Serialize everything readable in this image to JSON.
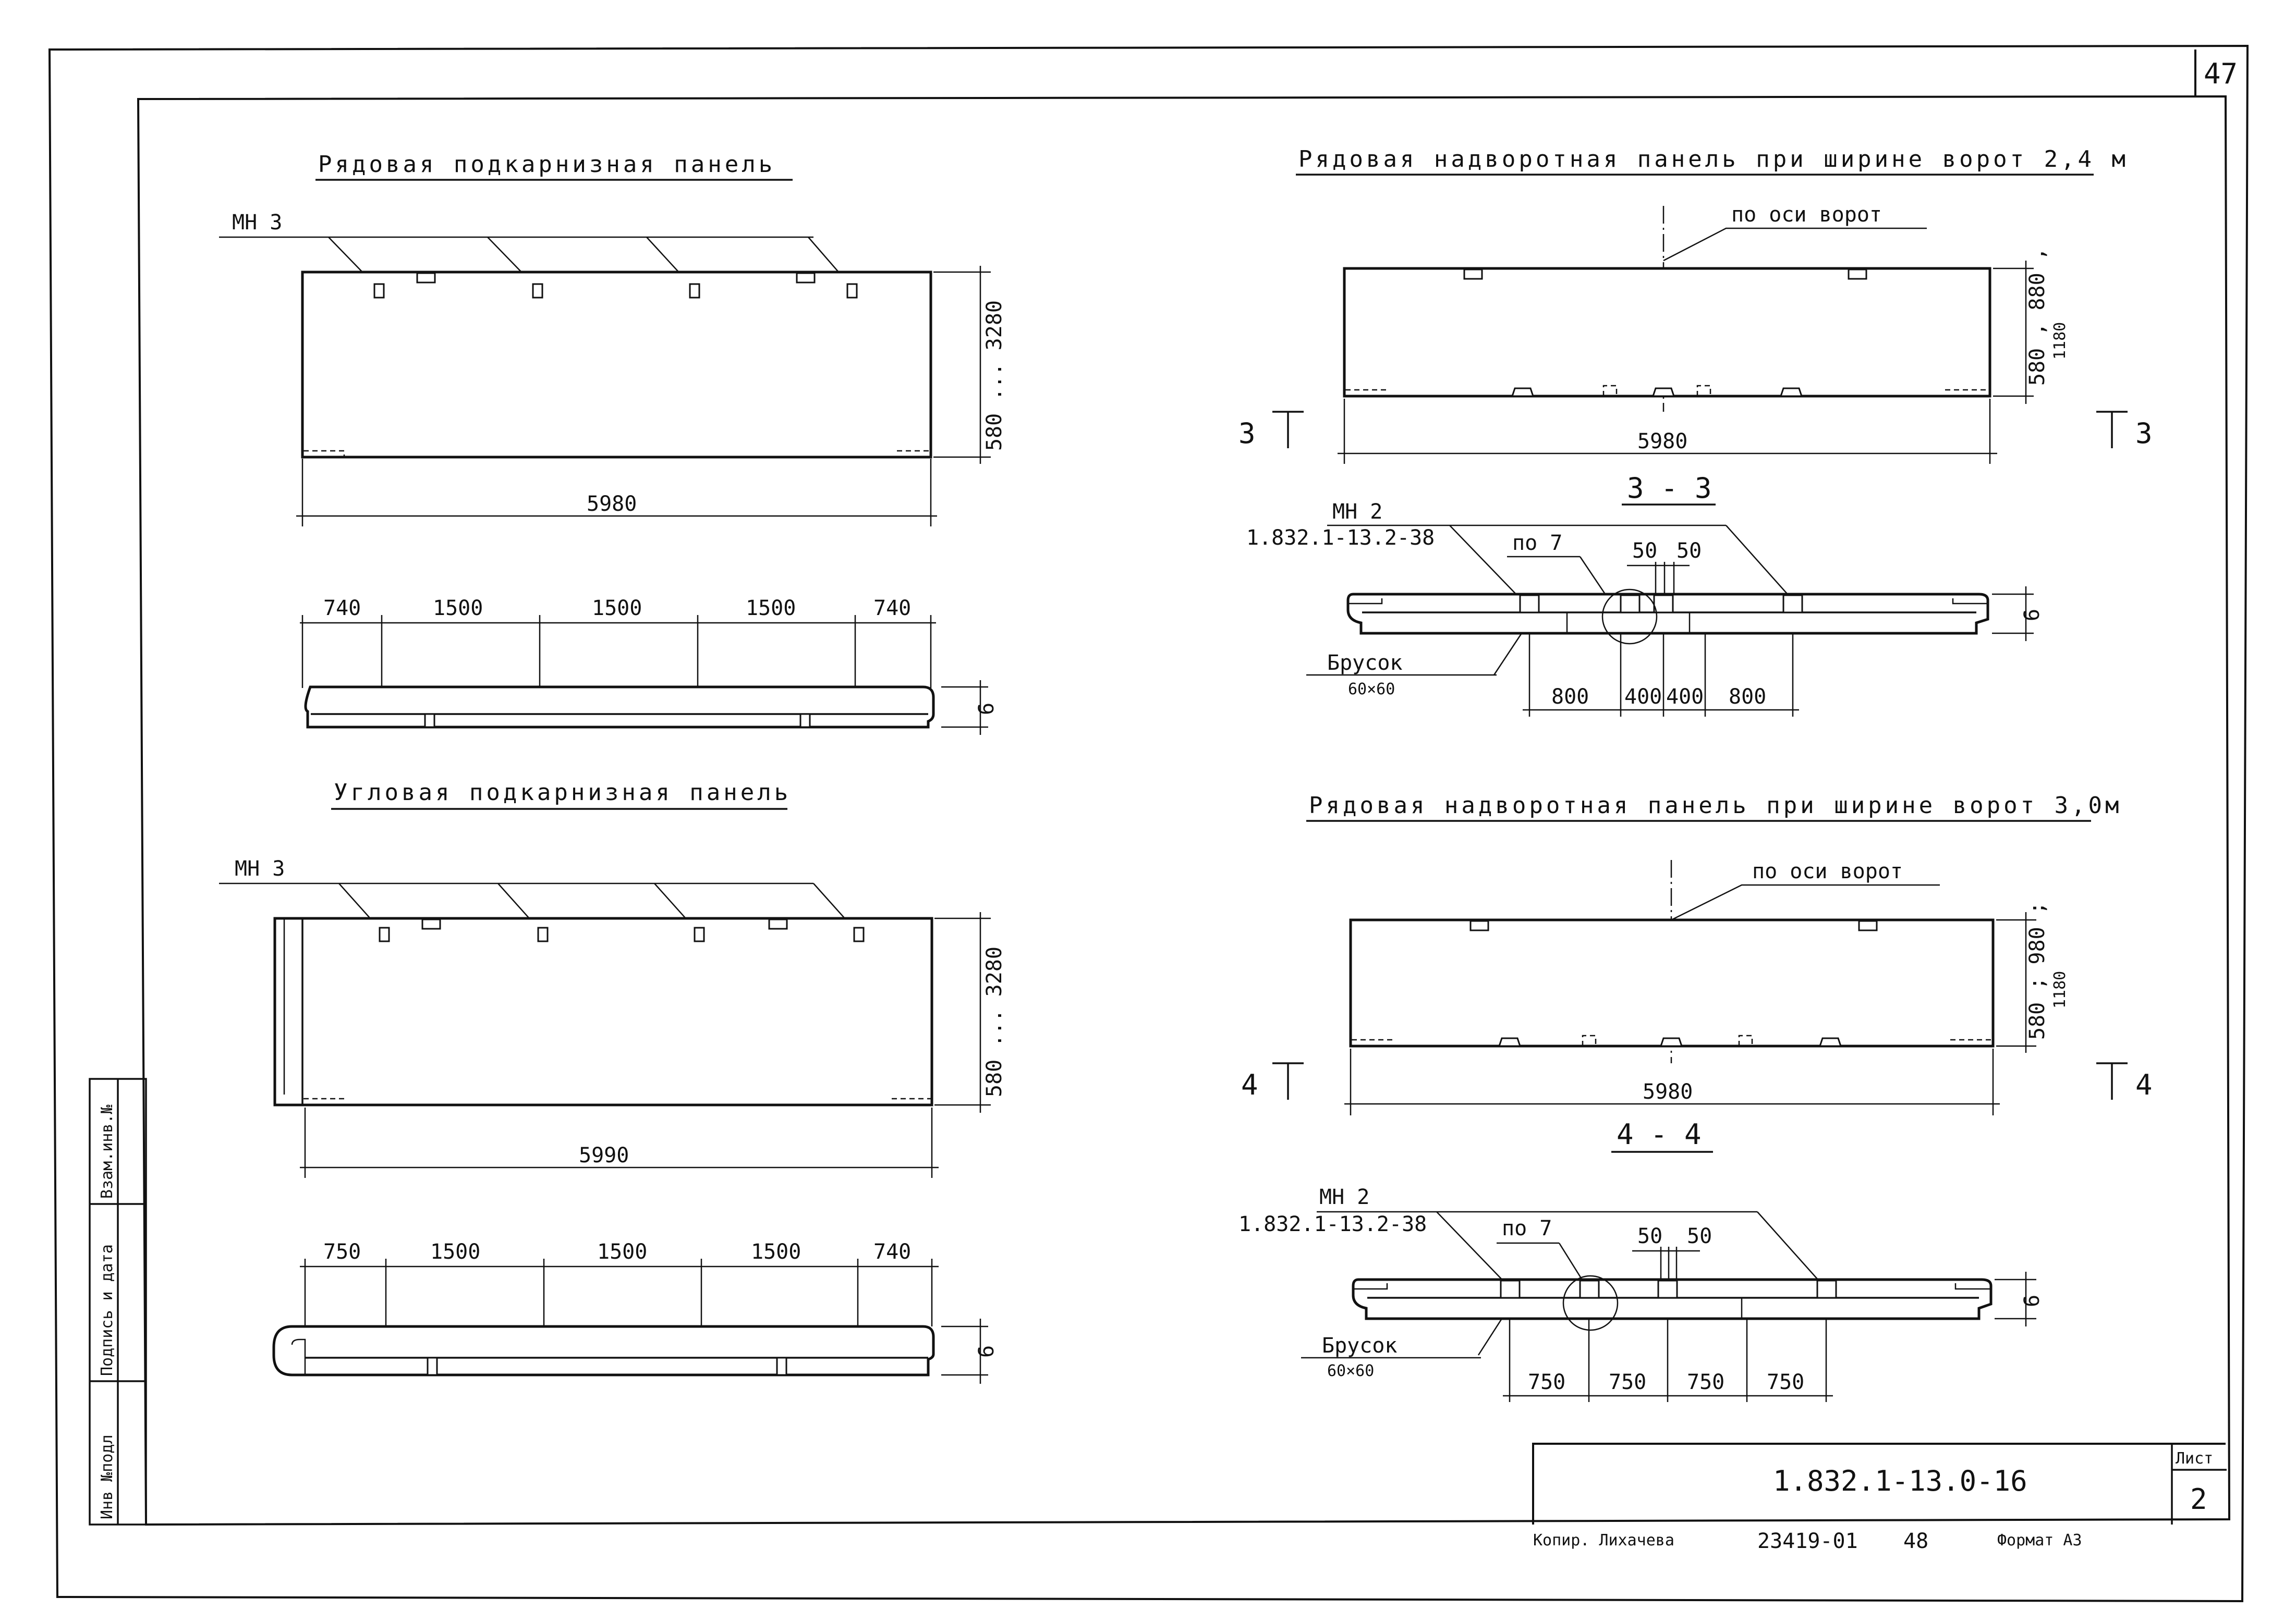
{
  "sheet": {
    "page_number": "47",
    "document_code": "1.832.1-13.0-16",
    "sheet_label": "Лист",
    "sheet_number": "2",
    "copied_by": "Копир. Лихачева",
    "order_number": "23419-01",
    "order_suffix": "48",
    "format": "Формат А3"
  },
  "side_stamp": {
    "inv_original": "Инв №подл",
    "sign_date": "Подпись и дата",
    "replace_inv": "Взам.инв.№"
  },
  "left_top": {
    "title": "Рядовая подкарнизная панель",
    "insert_mark": "МН 3",
    "height_dim": "580 ... 3280",
    "length_dim": "5980",
    "plan_dims": [
      "740",
      "1500",
      "1500",
      "1500",
      "740"
    ],
    "thickness_dim": "6"
  },
  "left_bottom": {
    "title": "Угловая подкарнизная панель",
    "insert_mark": "МН 3",
    "height_dim": "580 ... 3280",
    "length_dim": "5990",
    "plan_dims": [
      "750",
      "1500",
      "1500",
      "1500",
      "740"
    ],
    "thickness_dim": "6"
  },
  "right_top": {
    "title": "Рядовая надворотная панель при ширине ворот 2,4 м",
    "axis_label": "по оси ворот",
    "height_dim_1": "580 , 880 ,",
    "height_dim_2": "1180",
    "length_dim": "5980",
    "section_mark": "3",
    "section_title": "3 - 3",
    "insert_mark": "МН 2",
    "insert_ref": "1.832.1-13.2-38",
    "pitch_label": "по 7",
    "gap_dims": [
      "50",
      "50"
    ],
    "thickness_dim": "6",
    "bar_label": "Брусок",
    "bar_size": "60×60",
    "plan_dims": [
      "800",
      "400",
      "400",
      "800"
    ]
  },
  "right_bottom": {
    "title": "Рядовая надворотная панель при ширине ворот 3,0м",
    "axis_label": "по оси ворот",
    "height_dim_1": "580 ; 980 ;",
    "height_dim_2": "1180",
    "length_dim": "5980",
    "section_mark": "4",
    "section_title": "4 - 4",
    "insert_mark": "МН 2",
    "insert_ref": "1.832.1-13.2-38",
    "pitch_label": "по 7",
    "gap_dims": [
      "50",
      "50"
    ],
    "thickness_dim": "6",
    "bar_label": "Брусок",
    "bar_size": "60×60",
    "plan_dims": [
      "750",
      "750",
      "750",
      "750"
    ]
  }
}
